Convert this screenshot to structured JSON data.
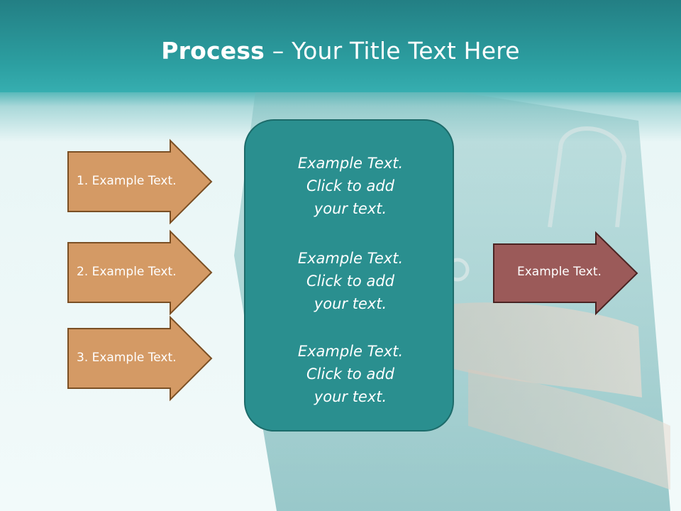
{
  "title": {
    "bold": "Process",
    "rest": " – Your Title Text Here"
  },
  "left_arrows": [
    {
      "label": "1. Example Text."
    },
    {
      "label": "2. Example Text."
    },
    {
      "label": "3. Example Text."
    }
  ],
  "center_blocks": [
    {
      "line1": "Example Text.",
      "line2": "Click  to add",
      "line3": "your text."
    },
    {
      "line1": "Example Text.",
      "line2": "Click  to add",
      "line3": "your text."
    },
    {
      "line1": "Example Text.",
      "line2": "Click  to add",
      "line3": "your text."
    }
  ],
  "right_arrow": {
    "label": "Example Text."
  },
  "colors": {
    "title_bar": "#2c9fa1",
    "left_arrow_fill": "#d49a65",
    "left_arrow_stroke": "#7a4f24",
    "center_fill": "#2a8f8f",
    "right_arrow_fill": "#9b5a59",
    "right_arrow_stroke": "#4a2322"
  }
}
